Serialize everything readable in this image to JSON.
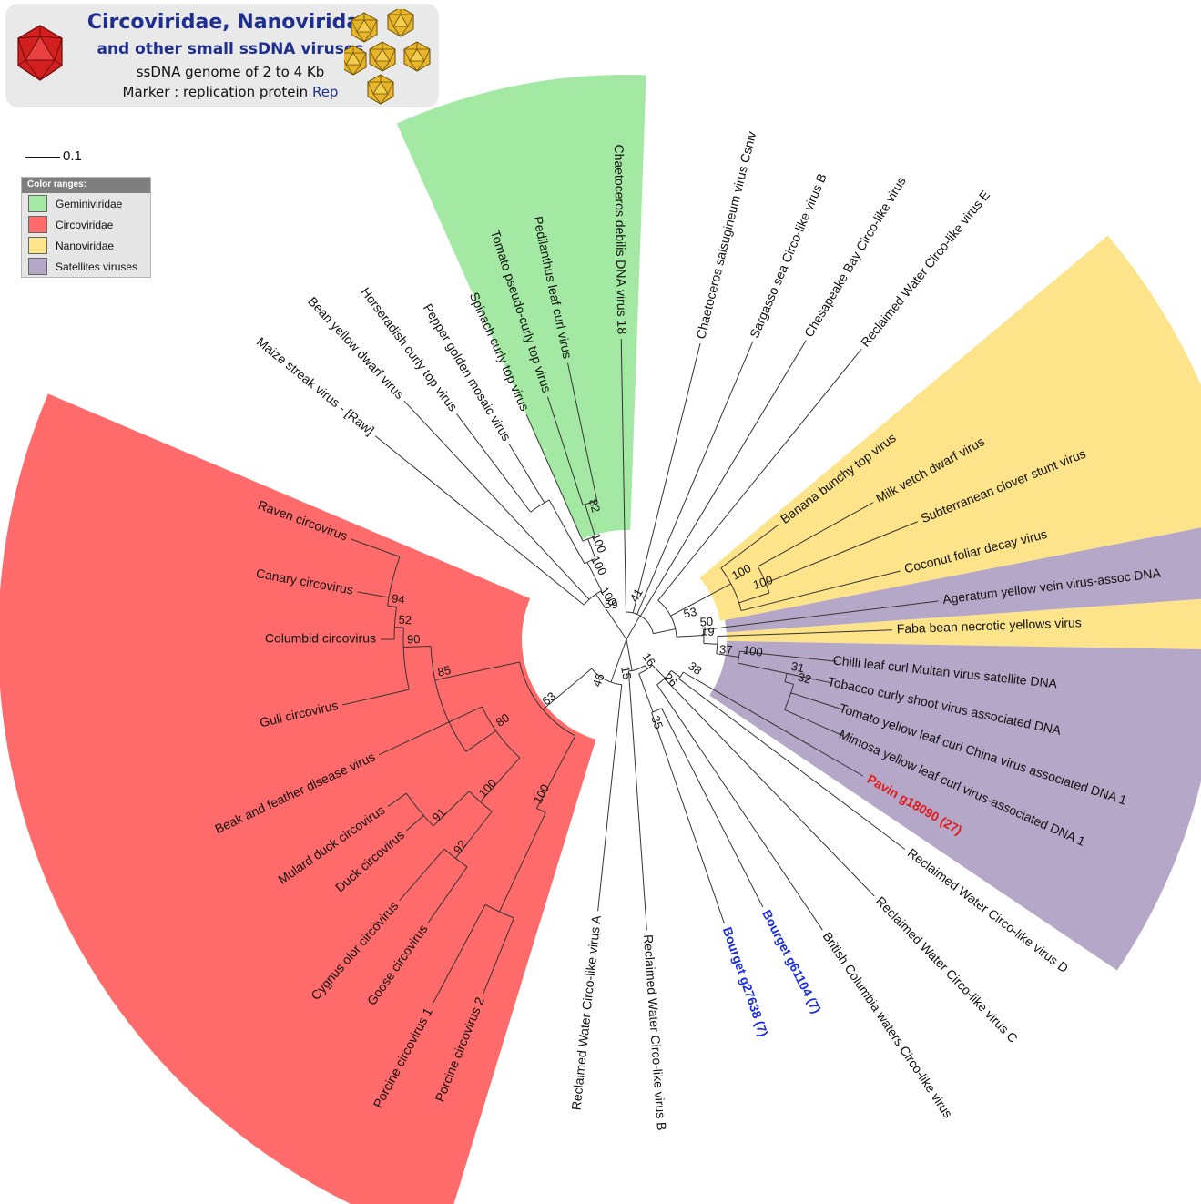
{
  "header": {
    "title": "Circoviridae, Nanoviridae",
    "subtitle": "and other small ssDNA viruses",
    "line3": "ssDNA genome of 2 to 4 Kb",
    "line4_prefix": "Marker : replication protein",
    "line4_rep": "Rep"
  },
  "scale_bar": {
    "label": "0.1"
  },
  "legend": {
    "title": "Color ranges:",
    "items": [
      {
        "label": "Geminiviridae",
        "color": "#a3e9a3"
      },
      {
        "label": "Circoviridae",
        "color": "#ff6b6b"
      },
      {
        "label": "Nanoviridae",
        "color": "#fde38a"
      },
      {
        "label": "Satellites viruses",
        "color": "#b5a7c8"
      }
    ]
  },
  "colors": {
    "header_title": "#1f2f8f",
    "highlight_blue": "#1b2fe0",
    "highlight_red": "#e01b1b",
    "branch": "#333333"
  },
  "icons": [
    "red-icosahedron-icon",
    "gold-icosahedron-icon"
  ],
  "leaves": [
    {
      "label": "Chaetoceros debilis DNA virus 18"
    },
    {
      "label": "Chaetoceros salsugineum virus Csniv"
    },
    {
      "label": "Sargasso sea Circo-like virus B"
    },
    {
      "label": "Chesapeake Bay Circo-like virus"
    },
    {
      "label": "Reclaimed Water Circo-like virus E"
    },
    {
      "label": "Banana bunchy top virus"
    },
    {
      "label": "Milk vetch dwarf virus"
    },
    {
      "label": "Subterranean clover stunt virus"
    },
    {
      "label": "Coconut foliar decay virus"
    },
    {
      "label": "Ageratum yellow vein virus-assoc DNA"
    },
    {
      "label": "Faba bean necrotic yellows virus"
    },
    {
      "label": "Chilli leaf curl Multan virus satellite DNA"
    },
    {
      "label": "Tobacco curly shoot virus associated DNA"
    },
    {
      "label": "Tomato yellow leaf curl China virus associated DNA 1"
    },
    {
      "label": "Mimosa yellow leaf curl virus-associated DNA 1"
    },
    {
      "label": "Pavin g18090 (27)",
      "highlight": "red"
    },
    {
      "label": "Reclaimed Water Circo-like virus D"
    },
    {
      "label": "Reclaimed Water Circo-like virus C"
    },
    {
      "label": "British Columbia waters Circo-like virus"
    },
    {
      "label": "Bourget g61104 (7)",
      "highlight": "blue"
    },
    {
      "label": "Bourget g27638 (7)",
      "highlight": "blue"
    },
    {
      "label": "Reclaimed Water Circo-like virus B"
    },
    {
      "label": "Reclaimed Water Circo-like virus A"
    },
    {
      "label": "Porcine circovirus 2"
    },
    {
      "label": "Porcine circovirus 1"
    },
    {
      "label": "Goose circovirus"
    },
    {
      "label": "Cygnus olor circovirus"
    },
    {
      "label": "Duck circovirus"
    },
    {
      "label": "Mulard duck circovirus"
    },
    {
      "label": "Beak and feather disease virus"
    },
    {
      "label": "Gull circovirus"
    },
    {
      "label": "Columbid circovirus"
    },
    {
      "label": "Canary circovirus"
    },
    {
      "label": "Raven circovirus"
    },
    {
      "label": "Maize streak virus - [Raw]"
    },
    {
      "label": "Bean yellow dwarf virus"
    },
    {
      "label": "Horseradish curly top virus"
    },
    {
      "label": "Pepper golden mosaic virus"
    },
    {
      "label": "Spinach curly top virus"
    },
    {
      "label": "Tomato pseudo-curly top virus"
    },
    {
      "label": "Pedilanthus leaf curl virus"
    }
  ],
  "bootstrap_values": [
    "100",
    "82",
    "100",
    "100",
    "59",
    "41",
    "53",
    "100",
    "100",
    "50",
    "19",
    "37",
    "100",
    "31",
    "32",
    "38",
    "16",
    "26",
    "15",
    "35",
    "46",
    "63",
    "80",
    "100",
    "100",
    "91",
    "92",
    "85",
    "90",
    "52",
    "94"
  ]
}
